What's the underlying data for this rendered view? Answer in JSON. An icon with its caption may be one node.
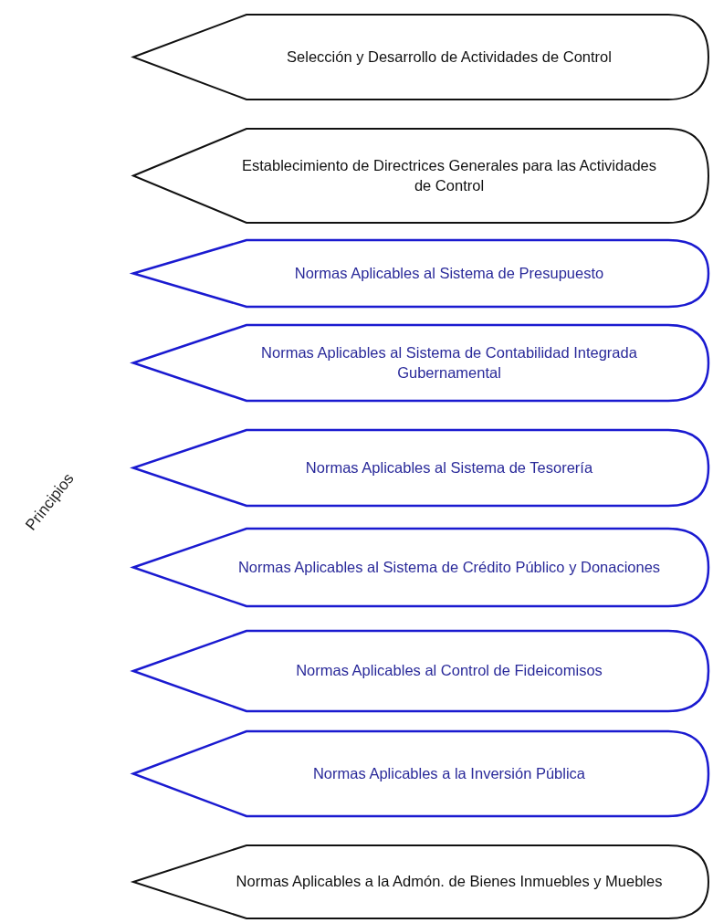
{
  "diagram": {
    "nodes": [
      {
        "text": [
          "Selección y Desarrollo de Actividades de Control"
        ]
      },
      {
        "text": [
          "Establecimiento de Directrices Generales para las Actividades de Control"
        ]
      },
      {
        "text": [
          "Normas Aplicables al Sistema de Presupuesto"
        ]
      },
      {
        "text": [
          "Normas Aplicables al Sistema de Contabilidad Integrada Gubernamental"
        ]
      },
      {
        "text": [
          "Normas Aplicables al Sistema de Tesorería"
        ]
      },
      {
        "text": [
          "Normas Aplicables al Sistema de Crédito Público y Donaciones"
        ]
      },
      {
        "text": [
          "Normas Aplicables al Control de Fideicomisos"
        ]
      },
      {
        "text": [
          "Normas Aplicables a la Inversión Pública"
        ]
      },
      {
        "text": [
          "Normas Aplicables a la Admón. de Bienes Inmuebles y Muebles"
        ]
      }
    ],
    "labels": [
      "Principios"
    ]
  }
}
